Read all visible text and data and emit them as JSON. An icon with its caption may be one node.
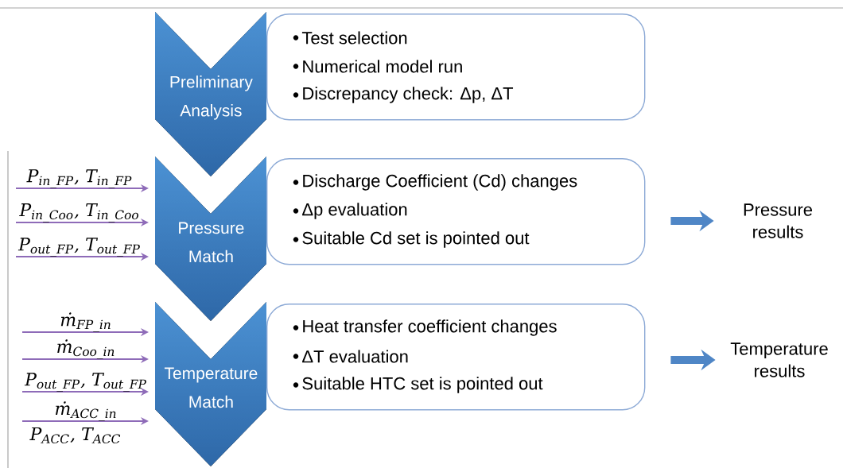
{
  "diagram": {
    "nodes": [
      {
        "text": [
          "Preliminary Analysis"
        ]
      },
      {
        "text": [
          "Test selection",
          "Numerical model run",
          "Discrepancy check: Δp, ΔT"
        ]
      },
      {
        "text": [
          "Pressure Match"
        ]
      },
      {
        "text": [
          "Discharge Coefficient (Cd) changes",
          "Δp evaluation",
          "Suitable Cd set is pointed out"
        ]
      },
      {
        "text": [
          "Pressure results"
        ]
      },
      {
        "text": [
          "Temperature Match"
        ]
      },
      {
        "text": [
          "Heat transfer coefficient changes",
          "ΔT evaluation",
          "Suitable HTC set is pointed out"
        ]
      },
      {
        "text": [
          "Temperature results"
        ]
      }
    ],
    "edges": [
      {
        "from": null,
        "to": 2,
        "arrow": "to",
        "label": "P$_{in_FP}$, T$_{in_FP}$"
      },
      {
        "from": null,
        "to": 2,
        "arrow": "to",
        "label": "P$_{in_Coo}$, T$_{in_Coo}$"
      },
      {
        "from": null,
        "to": 2,
        "arrow": "to",
        "label": "P$_{out_FP}$, T$_{out_FP}$"
      },
      {
        "from": 3,
        "to": 4,
        "arrow": "to",
        "style": "thick",
        "color": "#4f86c6"
      },
      {
        "from": null,
        "to": 5,
        "arrow": "to",
        "label": "ṁ$_{FP_in}$"
      },
      {
        "from": null,
        "to": 5,
        "arrow": "to",
        "label": "ṁ$_{Coo_in}$"
      },
      {
        "from": null,
        "to": 5,
        "arrow": "to",
        "label": "P$_{out_FP}$, T$_{out_FP}$"
      },
      {
        "from": null,
        "to": 5,
        "arrow": "to",
        "label": "ṁ$_{ACC_in}$"
      },
      {
        "from": 6,
        "to": 7,
        "arrow": "to",
        "style": "thick",
        "color": "#4f86c6"
      }
    ],
    "labels": [
      "P$_{ACC}$, T$_{ACC}$"
    ]
  }
}
